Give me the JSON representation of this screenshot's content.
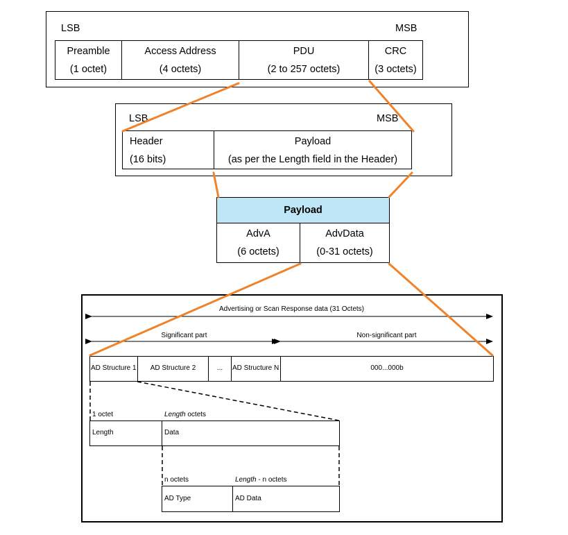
{
  "level1": {
    "lsb": "LSB",
    "msb": "MSB",
    "fields": [
      {
        "name": "Preamble",
        "size": "(1 octet)"
      },
      {
        "name": "Access Address",
        "size": "(4 octets)"
      },
      {
        "name": "PDU",
        "size": "(2 to 257 octets)"
      },
      {
        "name": "CRC",
        "size": "(3 octets)"
      }
    ]
  },
  "level2": {
    "lsb": "LSB",
    "msb": "MSB",
    "fields": [
      {
        "name": "Header",
        "size": "(16 bits)"
      },
      {
        "name": "Payload",
        "size": "(as per the Length field in the Header)"
      }
    ]
  },
  "level3": {
    "title": "Payload",
    "fields": [
      {
        "name": "AdvA",
        "size": "(6 octets)"
      },
      {
        "name": "AdvData",
        "size": "(0-31 octets)"
      }
    ]
  },
  "level4": {
    "total_label": "Advertising or Scan Response data (31 Octets)",
    "significant_label": "Significant part",
    "non_significant_label": "Non-significant part",
    "structures": [
      "AD Structure 1",
      "AD Structure 2",
      "...",
      "AD Structure N",
      "000...000b"
    ],
    "struct_size_label": "1 octet",
    "struct_data_size_prefix": "Length",
    "struct_data_size_suffix": " octets",
    "struct_fields": [
      "Length",
      "Data"
    ],
    "data_size_n": "n octets",
    "data_size_rest_prefix": "Length",
    "data_size_rest_suffix": " - n octets",
    "data_fields": [
      "AD Type",
      "AD Data"
    ]
  },
  "colors": {
    "connector": "#f0822a",
    "payload_header": "#bfe6f6"
  }
}
